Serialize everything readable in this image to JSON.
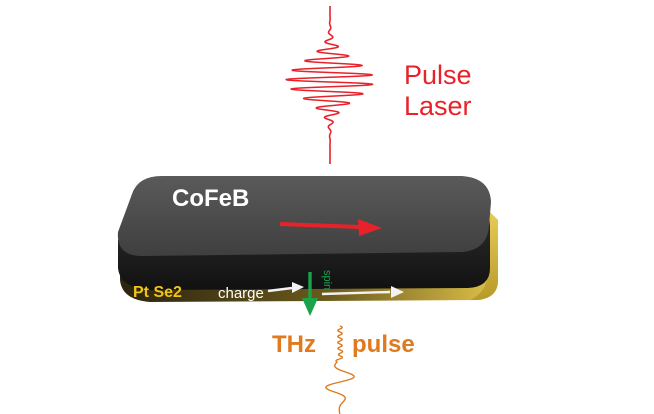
{
  "labels": {
    "laser_line1": "Pulse",
    "laser_line2": "Laser",
    "top_layer": "CoFeB",
    "bottom_layer": "Pt Se2",
    "charge": "charge",
    "spin": "spin",
    "thz": "THz",
    "thz_pulse": "pulse"
  },
  "colors": {
    "laser": "#e8222a",
    "thz": "#e07a1f",
    "magnetization_arrow": "#e8222a",
    "spin_arrow": "#1aa34a",
    "charge_arrow": "#f2f2f2",
    "cofeb_top": "#4a4a4a",
    "ptse2_gold": "#d8b93a"
  }
}
